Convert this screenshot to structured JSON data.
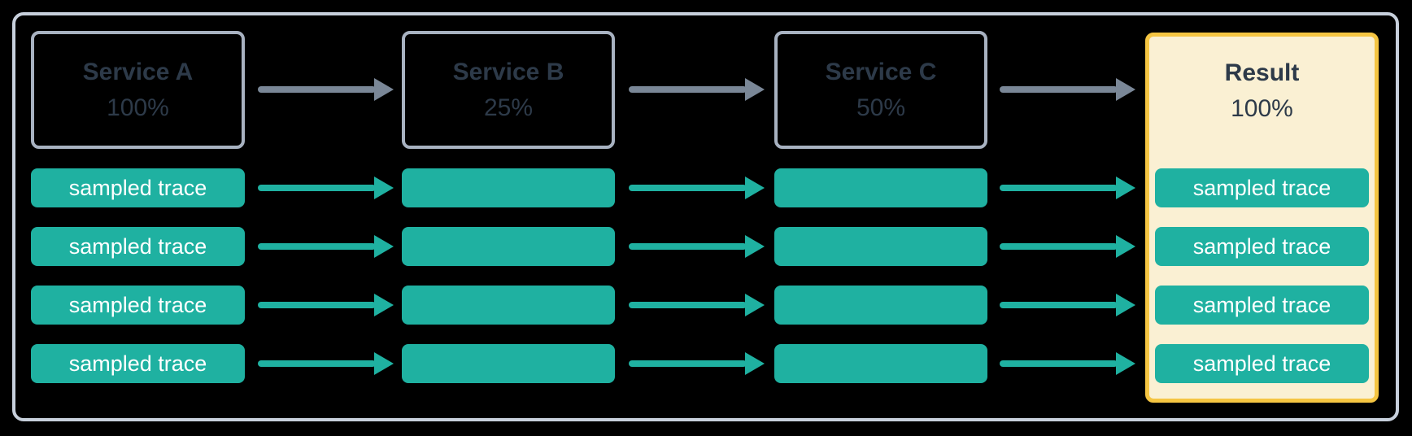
{
  "diagram": {
    "nodes": [
      {
        "id": "service-a",
        "label": "Service A",
        "value": "100%"
      },
      {
        "id": "service-b",
        "label": "Service B",
        "value": "25%"
      },
      {
        "id": "service-c",
        "label": "Service C",
        "value": "50%"
      },
      {
        "id": "result",
        "label": "Result",
        "value": "100%"
      }
    ],
    "trace_label": "sampled trace",
    "row_count": 4,
    "colors": {
      "teal": "#1fb1a1",
      "arrow_gray": "#7a8797",
      "service_box_border": "#a8b2c1",
      "outer_frame_border": "#c7d0dc",
      "dark_text": "#2d3a49",
      "result_border": "#f5c542",
      "result_fill": "#faf0d3",
      "bar_text": "#ffffff",
      "background": "#000000"
    }
  }
}
